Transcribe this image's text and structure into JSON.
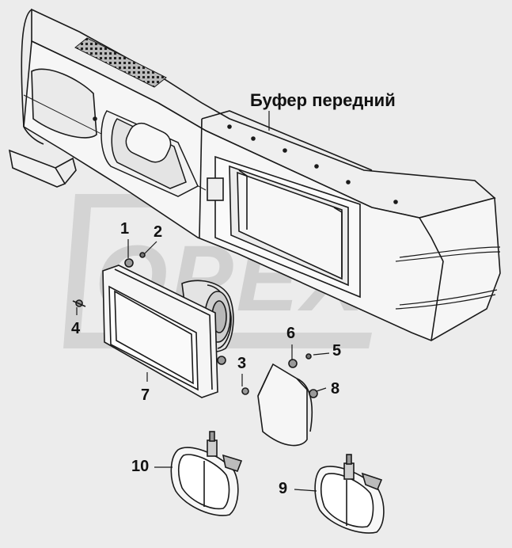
{
  "diagram": {
    "title_label": "Буфер передний",
    "watermark": "OPEX",
    "parts": [
      {
        "id": "1",
        "label": "1"
      },
      {
        "id": "2",
        "label": "2"
      },
      {
        "id": "3",
        "label": "3"
      },
      {
        "id": "4",
        "label": "4"
      },
      {
        "id": "5",
        "label": "5"
      },
      {
        "id": "6",
        "label": "6"
      },
      {
        "id": "7",
        "label": "7"
      },
      {
        "id": "8",
        "label": "8"
      },
      {
        "id": "9",
        "label": "9"
      },
      {
        "id": "10",
        "label": "10"
      }
    ],
    "colors": {
      "background": "#ececec",
      "line": "#1a1a1a",
      "fill_light": "#f4f4f4",
      "fill_mid": "#d6d6d6",
      "watermark": "#cfcfcf"
    }
  }
}
